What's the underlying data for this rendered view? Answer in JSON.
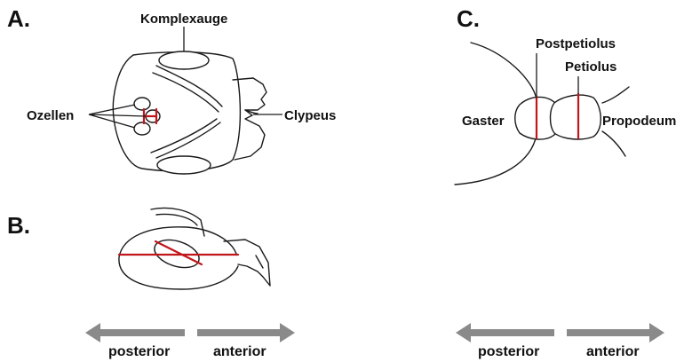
{
  "panels": {
    "a": {
      "letter": "A.",
      "labels": {
        "komplexauge": "Komplexauge",
        "ozellen": "Ozellen",
        "clypeus": "Clypeus"
      }
    },
    "b": {
      "letter": "B."
    },
    "c": {
      "letter": "C.",
      "labels": {
        "postpetiolus": "Postpetiolus",
        "petiolus": "Petiolus",
        "gaster": "Gaster",
        "propodeum": "Propodeum"
      }
    }
  },
  "orientation_left": {
    "posterior": "posterior",
    "anterior": "anterior"
  },
  "orientation_right": {
    "posterior": "posterior",
    "anterior": "anterior"
  },
  "colors": {
    "measurement": "#c0161c",
    "arrow": "#8a8a8a",
    "outline": "#1a1a1a"
  }
}
